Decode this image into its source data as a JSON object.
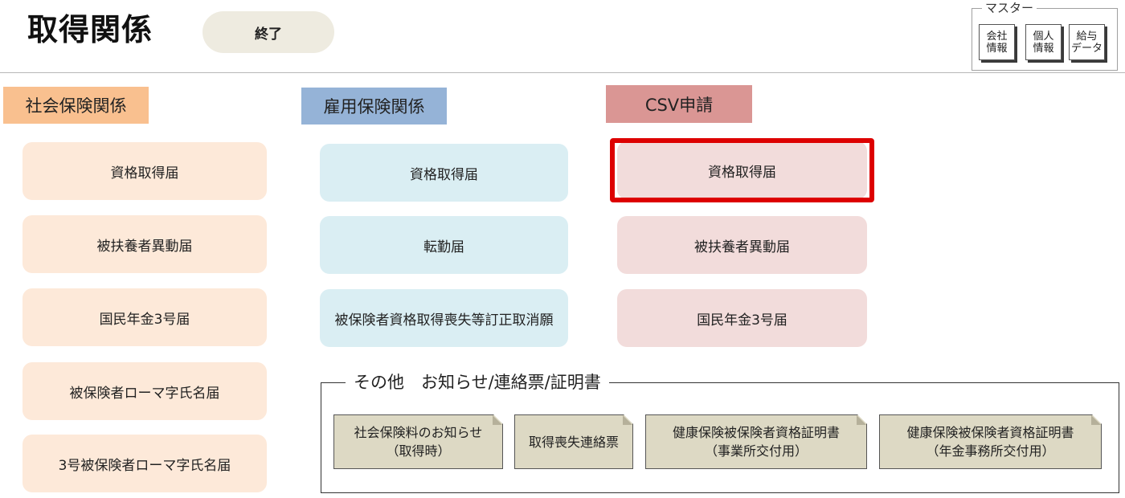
{
  "header": {
    "title": "取得関係",
    "exit_label": "終了"
  },
  "master": {
    "label": "マスター",
    "buttons": [
      {
        "label": "会社\n情報"
      },
      {
        "label": "個人\n情報"
      },
      {
        "label": "給与\nデータ"
      }
    ]
  },
  "social_insurance": {
    "header": "社会保険関係",
    "items": [
      {
        "label": "資格取得届"
      },
      {
        "label": "被扶養者異動届"
      },
      {
        "label": "国民年金3号届"
      },
      {
        "label": "被保険者ローマ字氏名届"
      },
      {
        "label": "3号被保険者ローマ字氏名届"
      }
    ]
  },
  "employment_insurance": {
    "header": "雇用保険関係",
    "items": [
      {
        "label": "資格取得届"
      },
      {
        "label": "転勤届"
      },
      {
        "label": "被保険者資格取得喪失等訂正取消願"
      }
    ]
  },
  "csv": {
    "header": "CSV申請",
    "items": [
      {
        "label": "資格取得届"
      },
      {
        "label": "被扶養者異動届"
      },
      {
        "label": "国民年金3号届"
      }
    ]
  },
  "other": {
    "label": "その他　お知らせ/連絡票/証明書",
    "items": [
      {
        "label": "社会保険料のお知らせ\n（取得時）"
      },
      {
        "label": "取得喪失連絡票"
      },
      {
        "label": "健康保険被保険者資格証明書\n（事業所交付用）"
      },
      {
        "label": "健康保険被保険者資格証明書\n（年金事務所交付用）"
      }
    ]
  },
  "colors": {
    "social_header": "#f9c08f",
    "social_button": "#fde9d9",
    "employment_header": "#95b3d7",
    "employment_button": "#daeef3",
    "csv_header": "#da9694",
    "csv_button": "#f2dcdb",
    "highlight": "#dd0000",
    "document_button": "#ddd9c4",
    "exit_button": "#eeebe0"
  }
}
